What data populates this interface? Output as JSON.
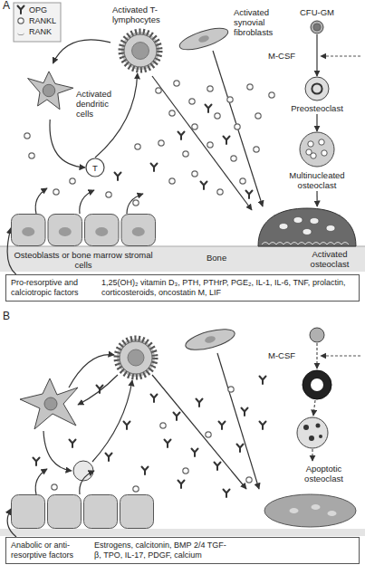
{
  "diagram": {
    "nodes": [
      {
        "text": [
          "Activated T-lymphocytes"
        ]
      },
      {
        "text": [
          "Activated dendritic cells"
        ]
      },
      {
        "text": [
          "T"
        ]
      },
      {
        "text": [
          "Activated synovial fibroblasts"
        ]
      },
      {
        "text": [
          "CFU-GM"
        ]
      },
      {
        "text": [
          "Preosteoclast"
        ]
      },
      {
        "text": [
          "Multinucleated osteoclast"
        ]
      },
      {
        "text": [
          "Activated osteoclast"
        ]
      },
      {
        "text": [
          "Osteoblasts or bone marrow stromal cells"
        ]
      },
      {
        "text": [
          "Pro-resorptive and calciotropic factors",
          "1,25(OH)₂ vitamin D₃, PTH, PTHrP, PGE₂, IL-1, IL-6, TNF, prolactin, corticosteroids, oncostatin M, LIF"
        ]
      },
      {
        "text": [
          "Apoptotic osteoclast"
        ]
      },
      {
        "text": [
          "Anabolic or anti-resorptive factors",
          "Estrogens, calcitonin, BMP 2/4 TGF-β, TPO, IL-17, PDGF, calcium"
        ]
      }
    ],
    "edges": [
      {
        "from": 0,
        "to": 1,
        "arrow": "to"
      },
      {
        "from": 1,
        "to": 2,
        "arrow": "to"
      },
      {
        "from": 2,
        "to": 0,
        "arrow": "to"
      },
      {
        "from": 4,
        "to": 5,
        "arrow": "to"
      },
      {
        "from": 5,
        "to": 6,
        "arrow": "to"
      },
      {
        "from": 6,
        "to": 7,
        "arrow": "to"
      },
      {
        "from": 9,
        "to": 8,
        "arrow": "to"
      }
    ],
    "labels": [
      "A",
      "M-CSF",
      "Bone",
      "B",
      "M-CSF"
    ],
    "legend": [
      {
        "text": "OPG"
      },
      {
        "text": "RANKL"
      },
      {
        "text": "RANK"
      }
    ]
  }
}
